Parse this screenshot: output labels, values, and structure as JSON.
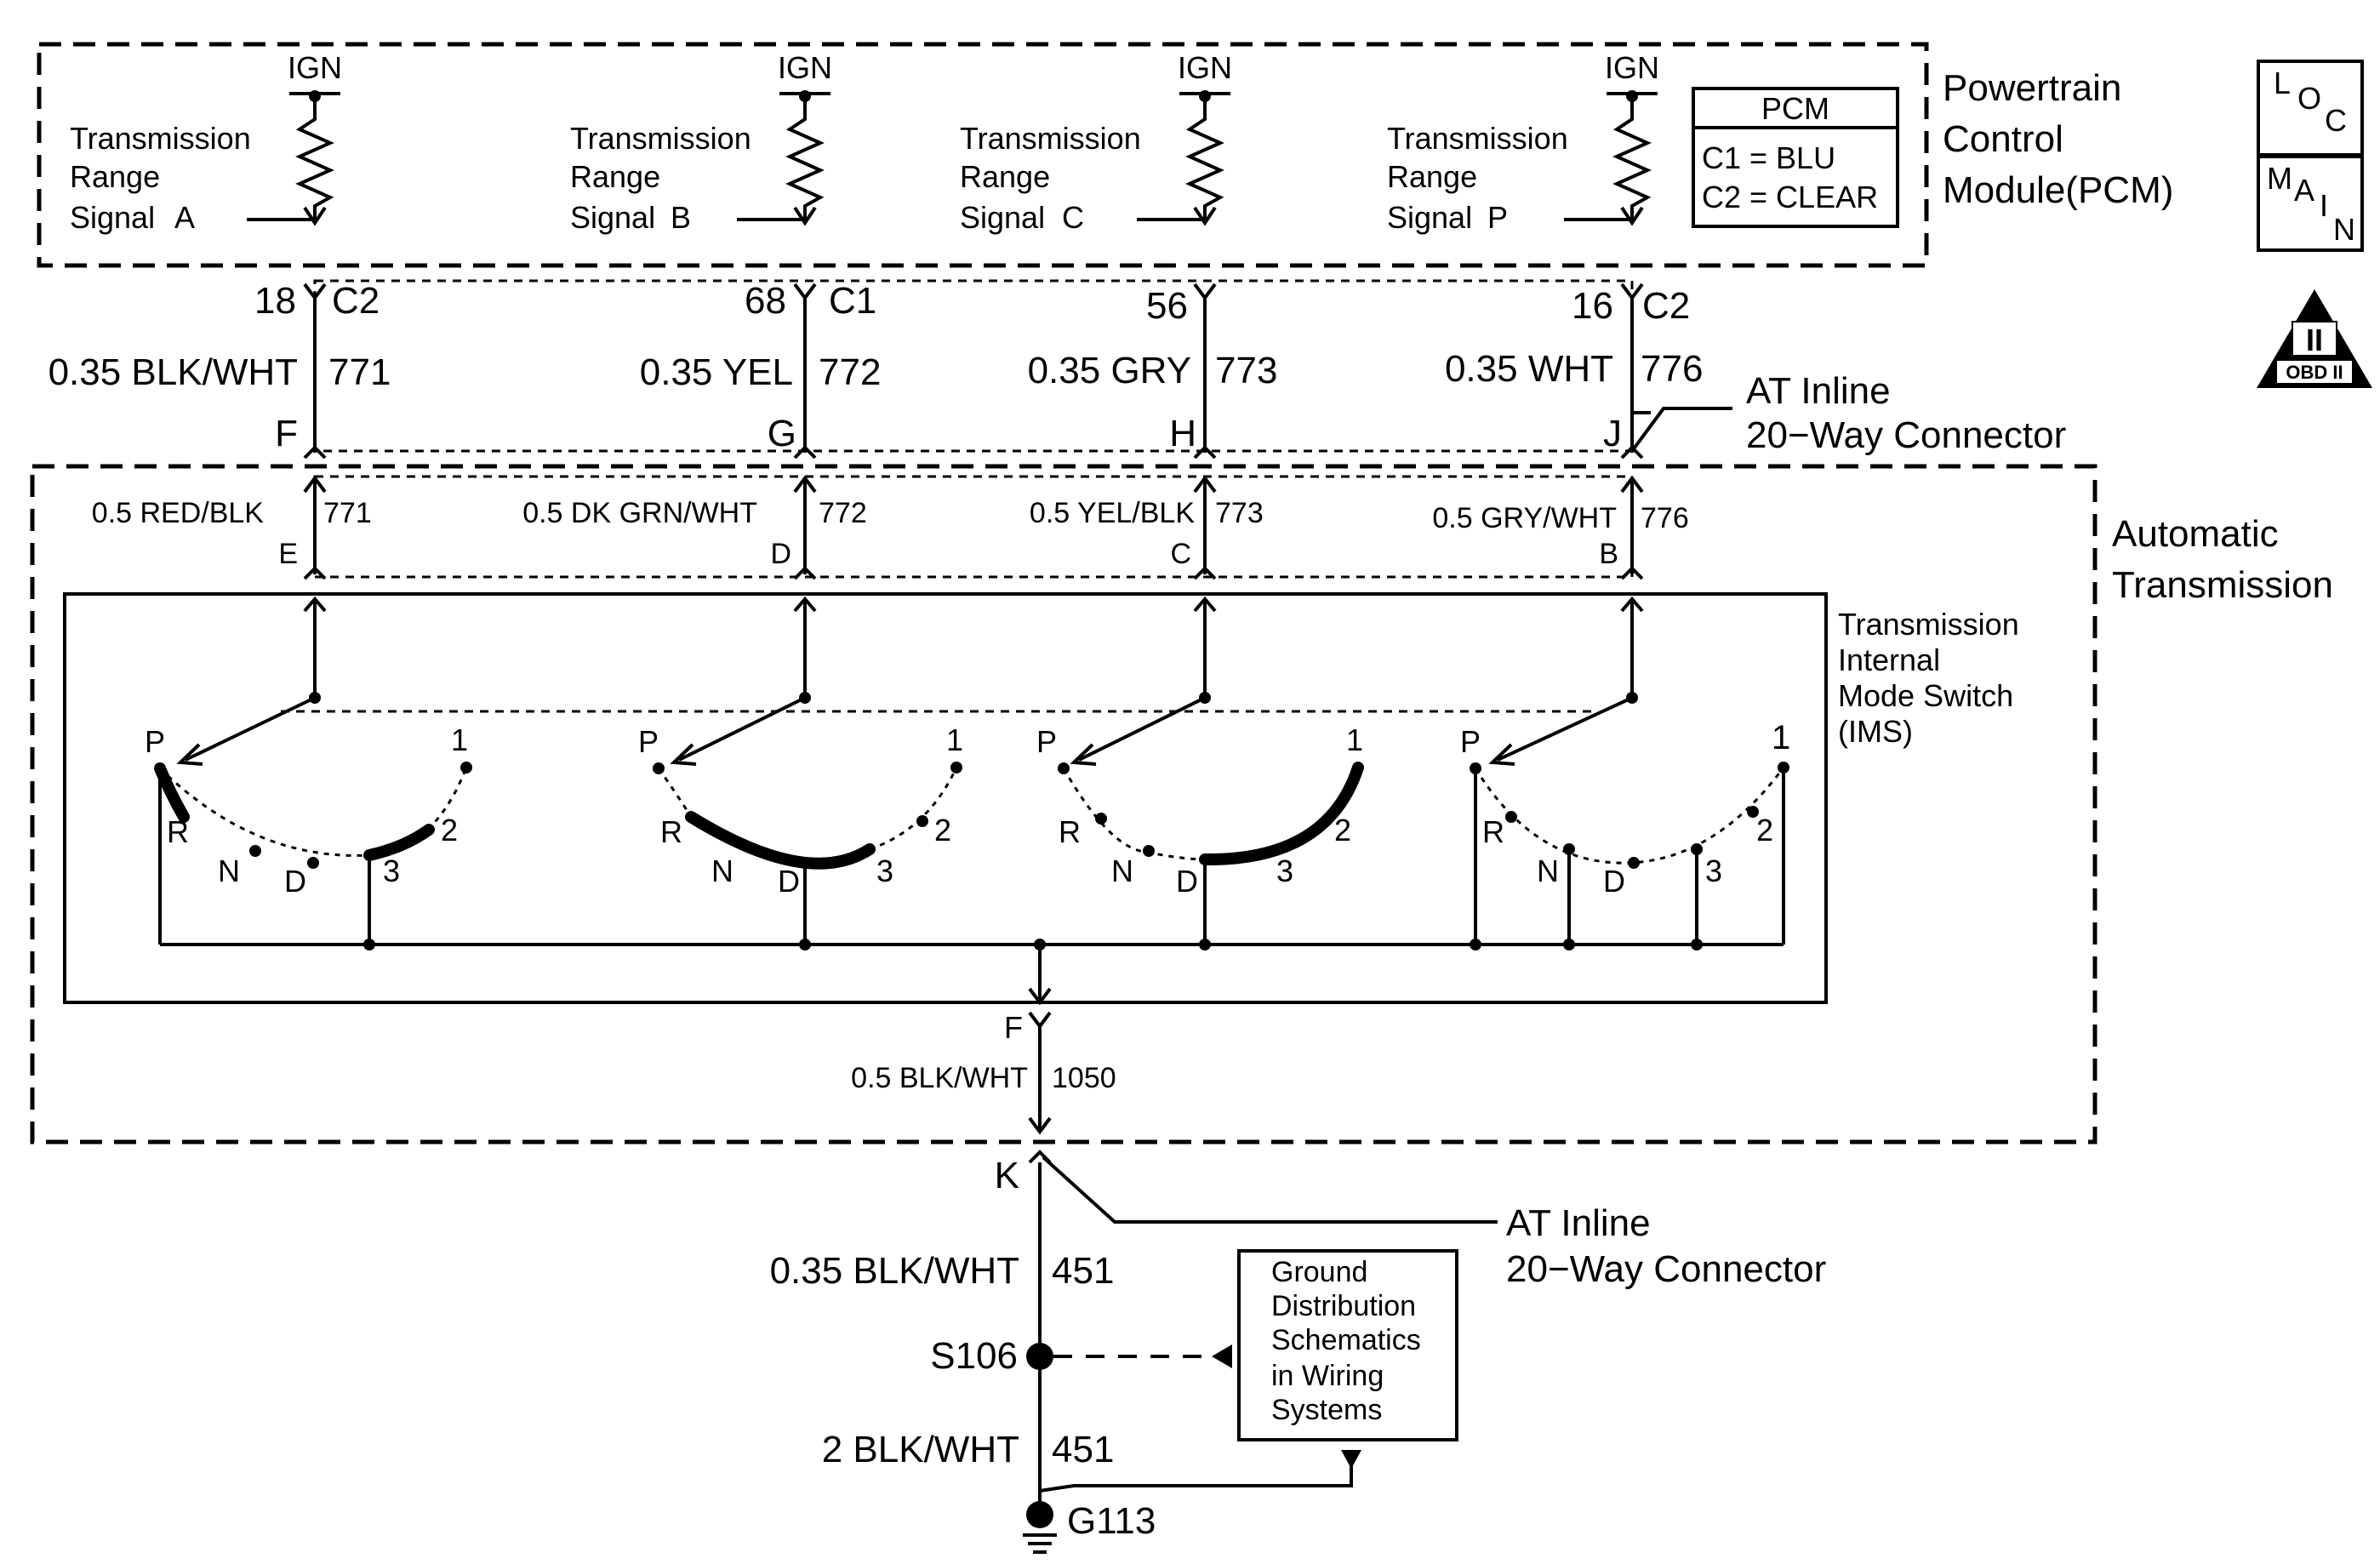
{
  "modules": {
    "pcm_name_line1": "Powertrain",
    "pcm_name_line2": "Control",
    "pcm_name_line3": "Module(PCM)",
    "at_name_line1": "Automatic",
    "at_name_line2": "Transmission"
  },
  "pcm_key": {
    "title": "PCM",
    "c1": "C1 = BLU",
    "c2": "C2 = CLEAR"
  },
  "pcm_signals": [
    {
      "ign": "IGN",
      "line1": "Transmission",
      "line2": "Range",
      "line3": "Signal",
      "letter": "A",
      "pin": "18",
      "conn": "C2",
      "wire": "0.35 BLK/WHT",
      "circuit": "771",
      "inline_pin": "F",
      "at_wire": "0.5 RED/BLK",
      "at_circuit": "771",
      "at_pin": "E"
    },
    {
      "ign": "IGN",
      "line1": "Transmission",
      "line2": "Range",
      "line3": "Signal",
      "letter": "B",
      "pin": "68",
      "conn": "C1",
      "wire": "0.35 YEL",
      "circuit": "772",
      "inline_pin": "G",
      "at_wire": "0.5 DK GRN/WHT",
      "at_circuit": "772",
      "at_pin": "D"
    },
    {
      "ign": "IGN",
      "line1": "Transmission",
      "line2": "Range",
      "line3": "Signal",
      "letter": "C",
      "pin": "56",
      "conn": "",
      "wire": "0.35 GRY",
      "circuit": "773",
      "inline_pin": "H",
      "at_wire": "0.5 YEL/BLK",
      "at_circuit": "773",
      "at_pin": "C"
    },
    {
      "ign": "IGN",
      "line1": "Transmission",
      "line2": "Range",
      "line3": "Signal",
      "letter": "P",
      "pin": "16",
      "conn": "C2",
      "wire": "0.35 WHT",
      "circuit": "776",
      "inline_pin": "J",
      "at_wire": "0.5 GRY/WHT",
      "at_circuit": "776",
      "at_pin": "B"
    }
  ],
  "inline_connector": {
    "line1": "AT Inline",
    "line2": "20−Way Connector"
  },
  "ims": {
    "line1": "Transmission",
    "line2": "Internal",
    "line3": "Mode Switch",
    "line4": "(IMS)",
    "positions": [
      "P",
      "R",
      "N",
      "D",
      "3",
      "2",
      "1"
    ]
  },
  "ground_path": {
    "ims_pin": "F",
    "ims_wire": "0.5 BLK/WHT",
    "ims_circuit": "1050",
    "inline_pin": "K",
    "inline_line1": "AT Inline",
    "inline_line2": "20−Way Connector",
    "wire1": "0.35 BLK/WHT",
    "circuit1": "451",
    "splice": "S106",
    "wire2": "2 BLK/WHT",
    "circuit2": "451",
    "ground": "G113"
  },
  "ground_ref": {
    "line1": "Ground",
    "line2": "Distribution",
    "line3": "Schematics",
    "line4": "in Wiring",
    "line5": "Systems"
  },
  "badges": {
    "loc_l": "L",
    "loc_o": "O",
    "loc_c": "C",
    "main_m": "M",
    "main_a": "A",
    "main_i": "I",
    "main_n": "N",
    "obd_numeral": "II",
    "obd_text": "OBD II"
  }
}
